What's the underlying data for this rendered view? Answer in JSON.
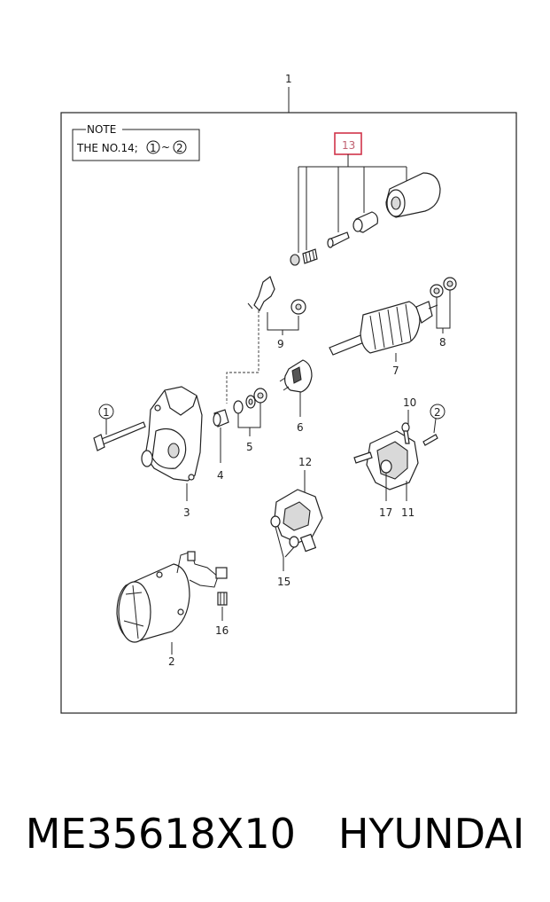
{
  "diagram": {
    "note": {
      "title": "NOTE",
      "line_prefix": "THE NO.14;",
      "circle_a": "1",
      "tilde": "~",
      "circle_b": "2"
    },
    "labels": {
      "assembly": "1",
      "p2": "2",
      "p3": "3",
      "p4": "4",
      "p5": "5",
      "p6": "6",
      "p7": "7",
      "p8": "8",
      "p9": "9",
      "p10": "10",
      "p11": "11",
      "p12": "12",
      "p13": "13",
      "p15": "15",
      "p16": "16",
      "p17": "17",
      "circle_1": "1",
      "circle_2": "2"
    }
  },
  "caption": {
    "part_number": "ME35618X10",
    "brand": "HYUNDAI"
  },
  "colors": {
    "highlight": "#d0344a",
    "line": "#222222"
  }
}
